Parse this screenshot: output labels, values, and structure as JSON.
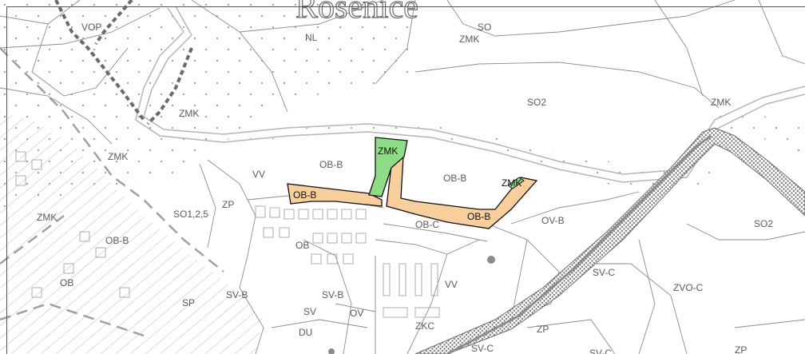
{
  "place_name": "Rosenice",
  "colors": {
    "background": "#ffffff",
    "line": "#8c8c8c",
    "line_dark": "#555555",
    "road": "#b5b5b5",
    "orange_zone": "#f8cf9c",
    "green_zone": "#8edc86",
    "dots": "#9a9a9a"
  },
  "zones": {
    "vop": "VOP",
    "nl": "NL",
    "so_top": "SO",
    "zmk_top": "ZMK",
    "zmk_left_1": "ZMK",
    "zmk_left_2": "ZMK",
    "zmk_left_3": "ZMK",
    "zmk_right": "ZMK",
    "so2_top": "SO2",
    "so2_right": "SO2",
    "ob_b_top": "OB-B",
    "ob_b_mid": "OB-B",
    "ob_b_left": "OB-B",
    "ob_b_left2": "OB-B",
    "ob_b_right": "OB-B",
    "zmk_green": "ZMK",
    "zmk_small": "ZMK",
    "vv_left": "VV",
    "vv_mid": "VV",
    "zp_left": "ZP",
    "zp_bottom": "ZP",
    "zp_corner": "ZP",
    "so_1_2_5": "SO1,2,5",
    "ob_c": "OB-C",
    "ov_b": "OV-B",
    "ob_mid": "OB",
    "ob_left": "OB",
    "sv_c": "SV-C",
    "sv_c_bottom": "SV-C",
    "sv_c_corner": "SV-C",
    "zvo_c": "ZVO-C",
    "sp": "SP",
    "sv_b_left": "SV-B",
    "sv_b_mid": "SV-B",
    "sv": "SV",
    "ov": "OV",
    "du": "DU",
    "zkc": "ZKC"
  }
}
